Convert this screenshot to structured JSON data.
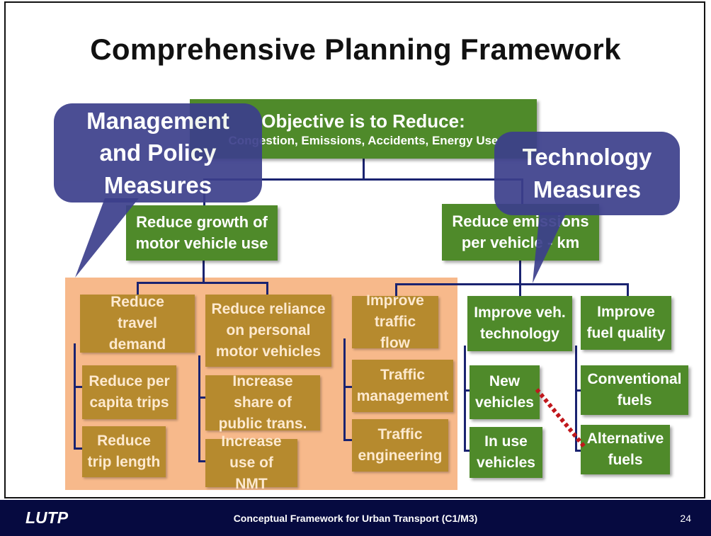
{
  "slide": {
    "title": "Comprehensive Planning Framework",
    "objective_line1": "Objective is to Reduce:",
    "objective_line2": "Congestion, Emissions, Accidents, Energy Use",
    "bubble_management": "Management and Policy Measures",
    "bubble_technology": "Technology Measures",
    "reduce_growth": "Reduce growth of motor vehicle use",
    "reduce_emissions": "Reduce emissions per vehicle - km",
    "reduce_travel_demand": "Reduce travel demand",
    "reduce_per_capita": "Reduce per capita trips",
    "reduce_trip_length": "Reduce trip length",
    "reduce_reliance": "Reduce reliance on personal motor vehicles",
    "increase_public": "Increase share of public trans.",
    "increase_nmt": "Increase use of NMT",
    "improve_traffic_flow": "Improve traffic flow",
    "traffic_management": "Traffic management",
    "traffic_engineering": "Traffic engineering",
    "improve_veh_tech": "Improve veh. technology",
    "new_vehicles": "New vehicles",
    "in_use_vehicles": "In use vehicles",
    "improve_fuel": "Improve fuel quality",
    "conventional_fuels": "Conventional fuels",
    "alternative_fuels": "Alternative fuels"
  },
  "footer": {
    "logo": "LUTP",
    "caption": "Conceptual Framework for Urban Transport (C1/M3)",
    "page": "24"
  },
  "colors": {
    "green": "#4f8a2a",
    "brown": "#b68a2e",
    "peach": "#f7b98b",
    "bubble": "#3c3f8c",
    "footer": "#060a40",
    "dotted_link": "#c0171c"
  }
}
